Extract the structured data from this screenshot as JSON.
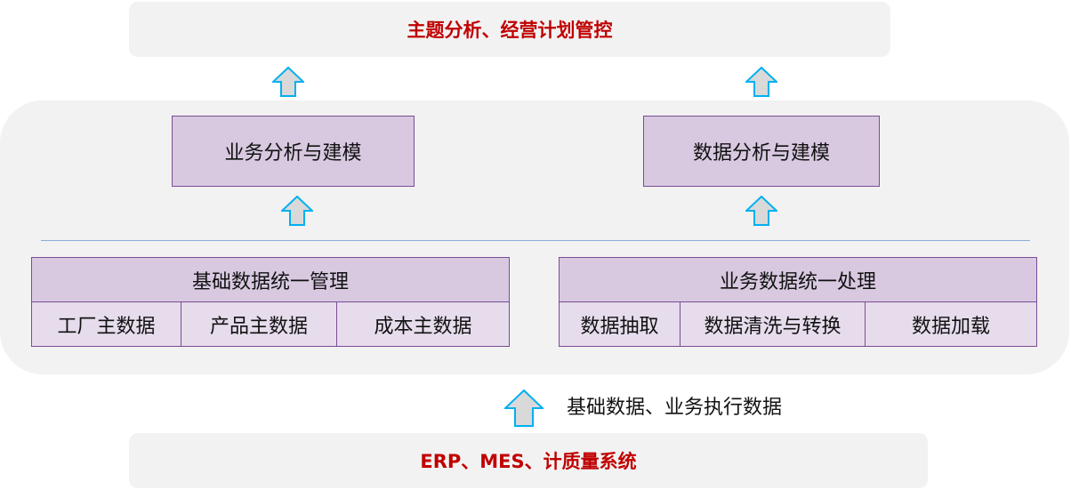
{
  "top_band": {
    "label": "主题分析、经营计划管控"
  },
  "bottom_band": {
    "label": "ERP、MES、计质量系统"
  },
  "models": {
    "business": "业务分析与建模",
    "data": "数据分析与建模"
  },
  "master_data_group": {
    "title": "基础数据统一管理",
    "items": [
      "工厂主数据",
      "产品主数据",
      "成本主数据"
    ]
  },
  "business_data_group": {
    "title": "业务数据统一处理",
    "items": [
      "数据抽取",
      "数据清洗与转换",
      "数据加载"
    ]
  },
  "source_label": "基础数据、业务执行数据",
  "colors": {
    "accent_red": "#c00000",
    "box_fill": "#d8c9e0",
    "box_border": "#7a4d94",
    "arrow_fill": "#d9d9d9",
    "arrow_stroke": "#00b0f0",
    "divider": "#8eaadb"
  }
}
